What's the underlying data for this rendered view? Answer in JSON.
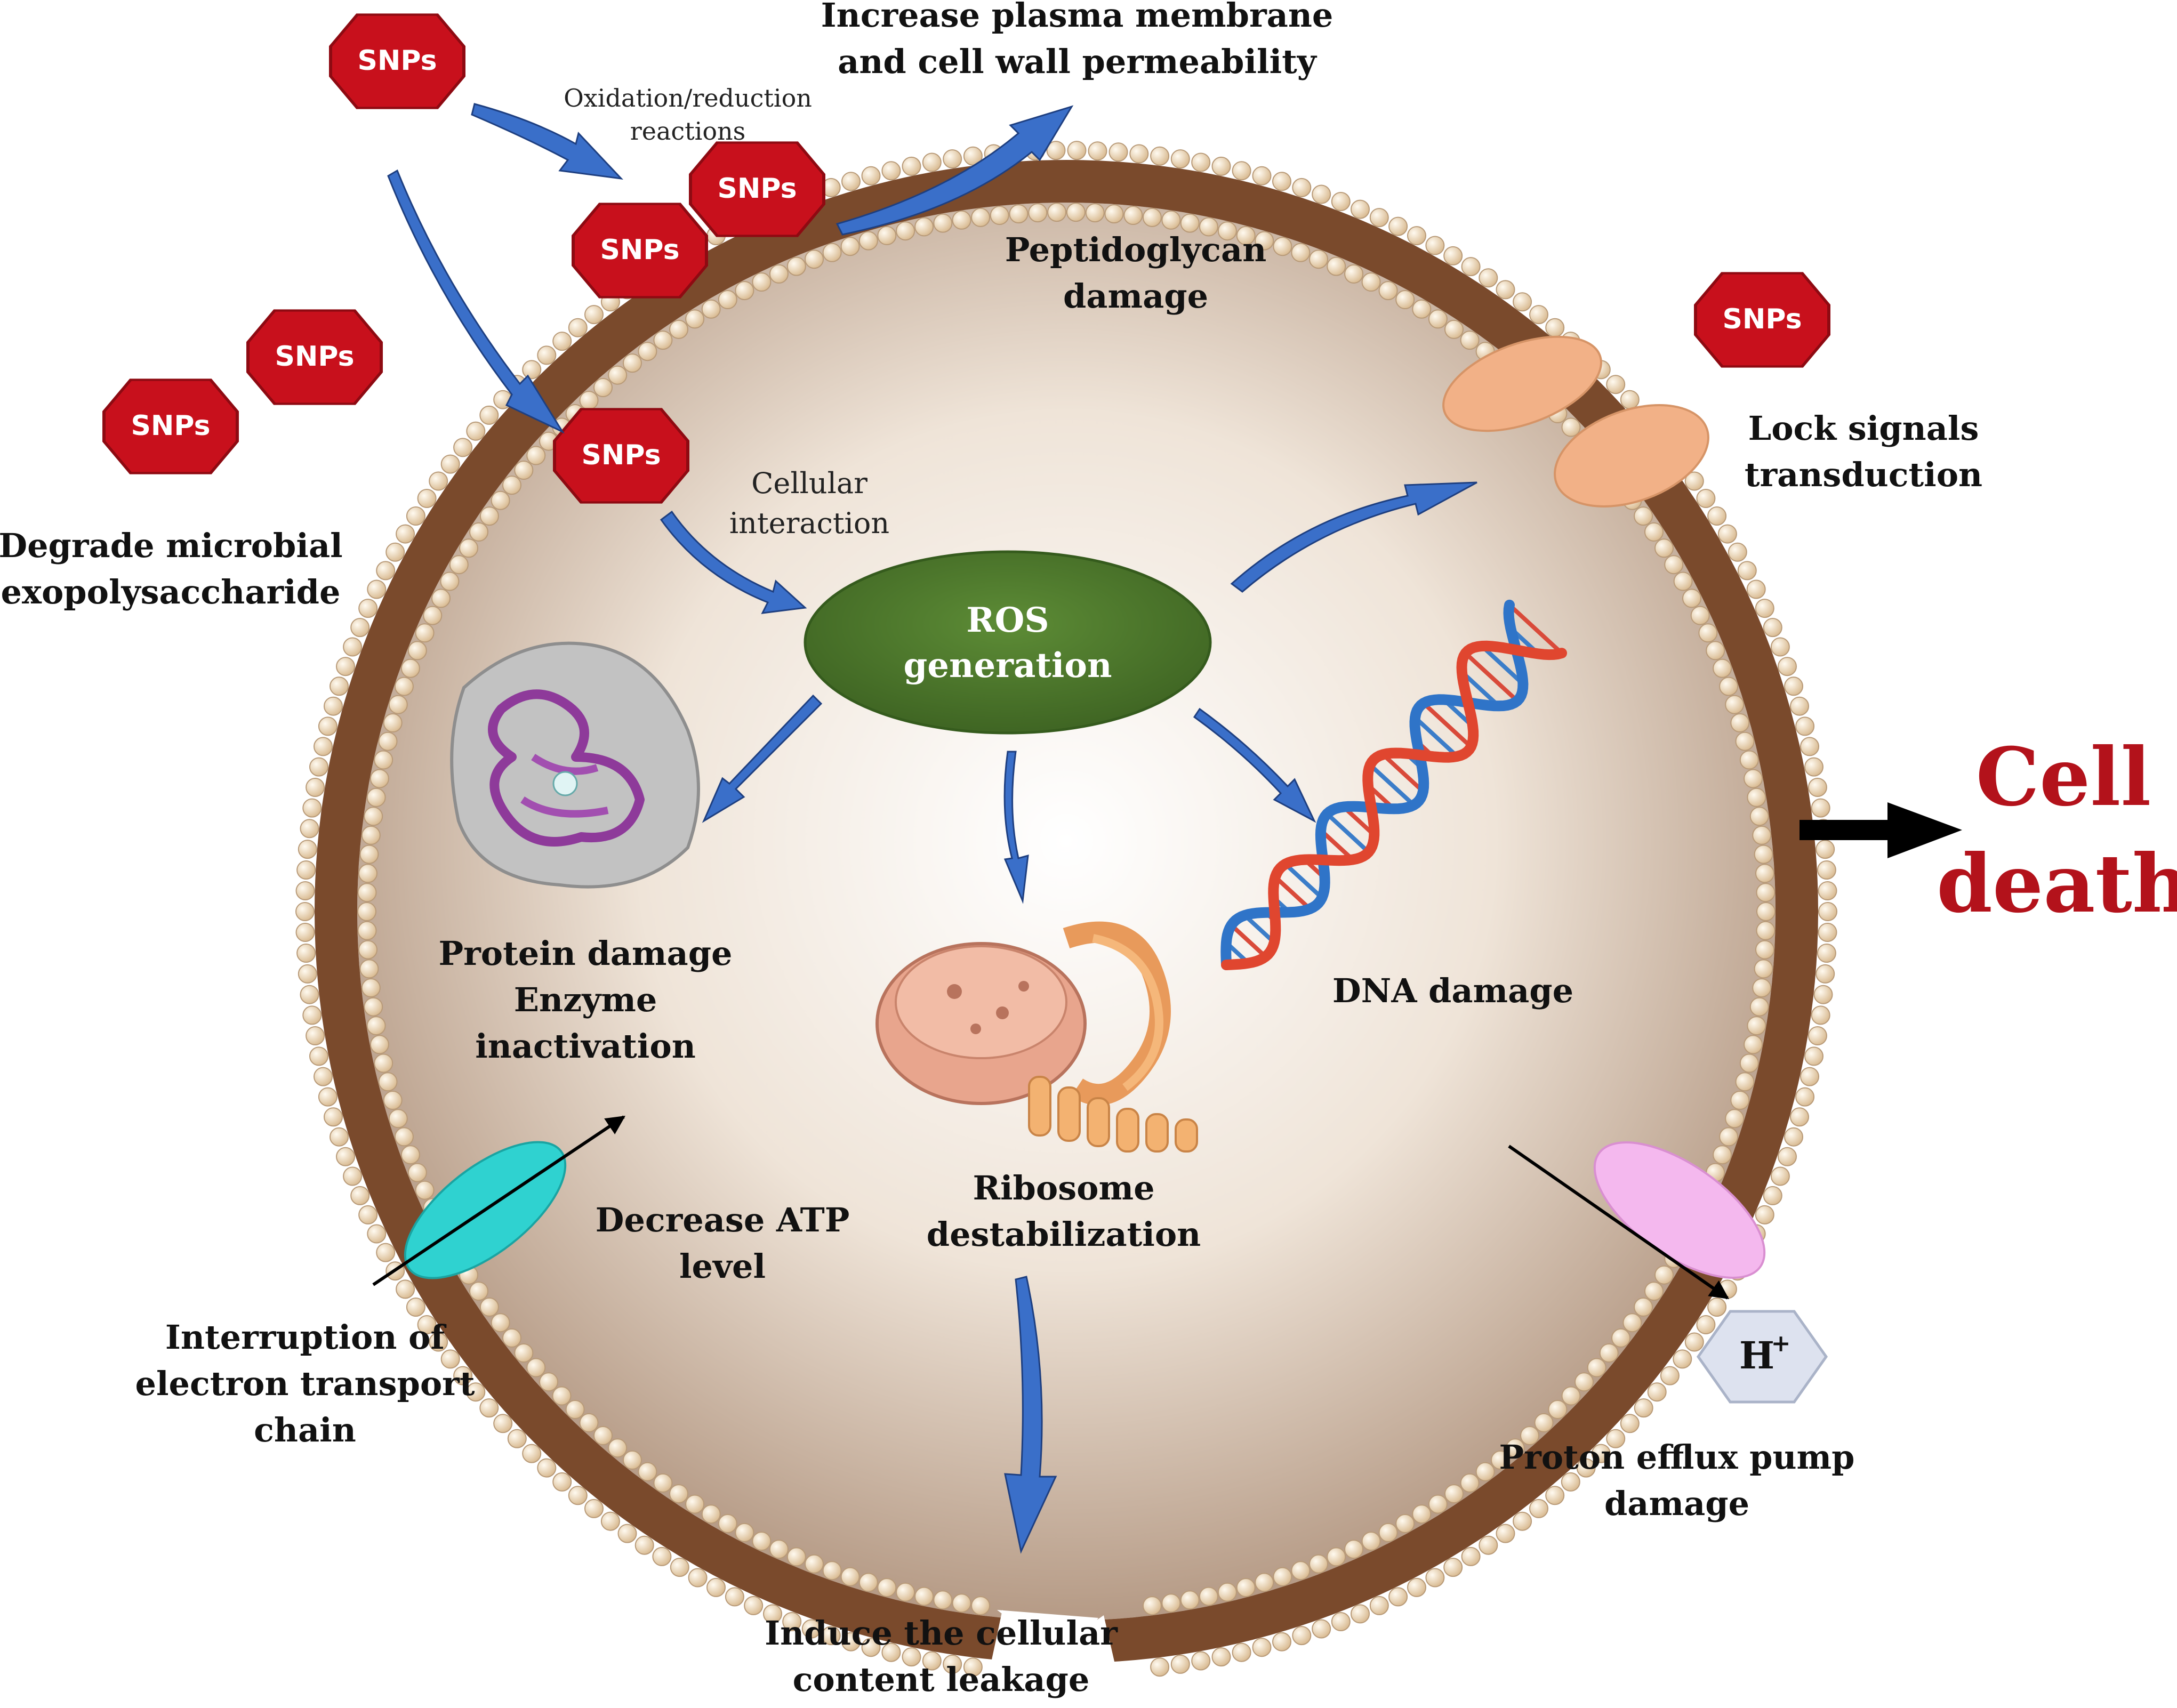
{
  "snp_label": "SNPs",
  "labels": {
    "oxidation_line1": "Oxidation/reduction",
    "oxidation_line2": "reactions",
    "permeability_line1": "Increase plasma membrane",
    "permeability_line2": "and cell wall permeability",
    "peptidoglycan_line1": "Peptidoglycan",
    "peptidoglycan_line2": "damage",
    "degrade_line1": "Degrade microbial",
    "degrade_line2": "exopolysaccharide",
    "cellular_line1": "Cellular",
    "cellular_line2": "interaction",
    "ros_line1": "ROS",
    "ros_line2": "generation",
    "lock_line1": "Lock signals",
    "lock_line2": "transduction",
    "protein_line1": "Protein damage",
    "protein_line2": "Enzyme",
    "protein_line3": "inactivation",
    "dna": "DNA damage",
    "ribosome_line1": "Ribosome",
    "ribosome_line2": "destabilization",
    "atp_line1": "Decrease ATP",
    "atp_line2": "level",
    "etc_line1": "Interruption of",
    "etc_line2": "electron transport",
    "etc_line3": "chain",
    "leak_line1": "Induce the cellular",
    "leak_line2": "content leakage",
    "proton_line1": "Proton efflux pump",
    "proton_line2": "damage",
    "death_line1": "Cell",
    "death_line2": "death",
    "h_plus": "H",
    "h_plus_sup": "+"
  },
  "colors": {
    "snp_red": "#c8101c",
    "membrane_brown": "#7a4a2c",
    "bead": "#f3e2c8",
    "ros_green": "#4f7a2e",
    "arrow_blue": "#3a6fc9",
    "death_red": "#b3121b",
    "receptor_orange": "#f2b187",
    "channel_cyan": "#2fd2d0",
    "pump_pink": "#f4b8ee"
  }
}
